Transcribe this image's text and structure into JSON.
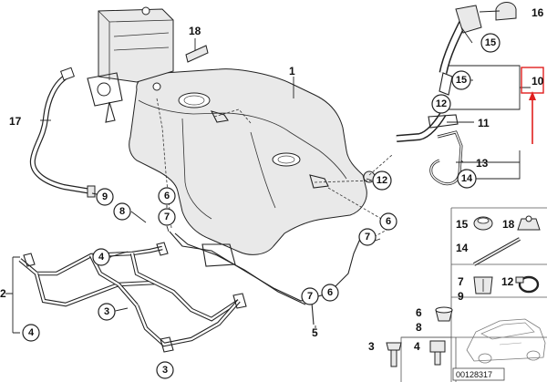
{
  "labels": {
    "l1": "1",
    "l2": "2",
    "l3a": "3",
    "l3b": "3",
    "l4a": "4",
    "l4b": "4",
    "l5": "5",
    "l6a": "6",
    "l6b": "6",
    "l6c": "6",
    "l7a": "7",
    "l7b": "7",
    "l7c": "7",
    "l8": "8",
    "l9": "9",
    "l10": "10",
    "l11": "11",
    "l12a": "12",
    "l12b": "12",
    "l13": "13",
    "l14": "14",
    "l15a": "15",
    "l15b": "15",
    "l16": "16",
    "l17": "17",
    "l18": "18"
  },
  "legend": {
    "r1a": "15",
    "r1b": "18",
    "r2": "14",
    "r3a": "7",
    "r3b": "9",
    "r3c": "12",
    "r4a": "6",
    "r4b": "8",
    "r5a": "3",
    "r5b": "4"
  },
  "reference_number": "00128317",
  "colors": {
    "highlight": "#e0201e",
    "line": "#222222",
    "fill": "#e9e9e9"
  }
}
